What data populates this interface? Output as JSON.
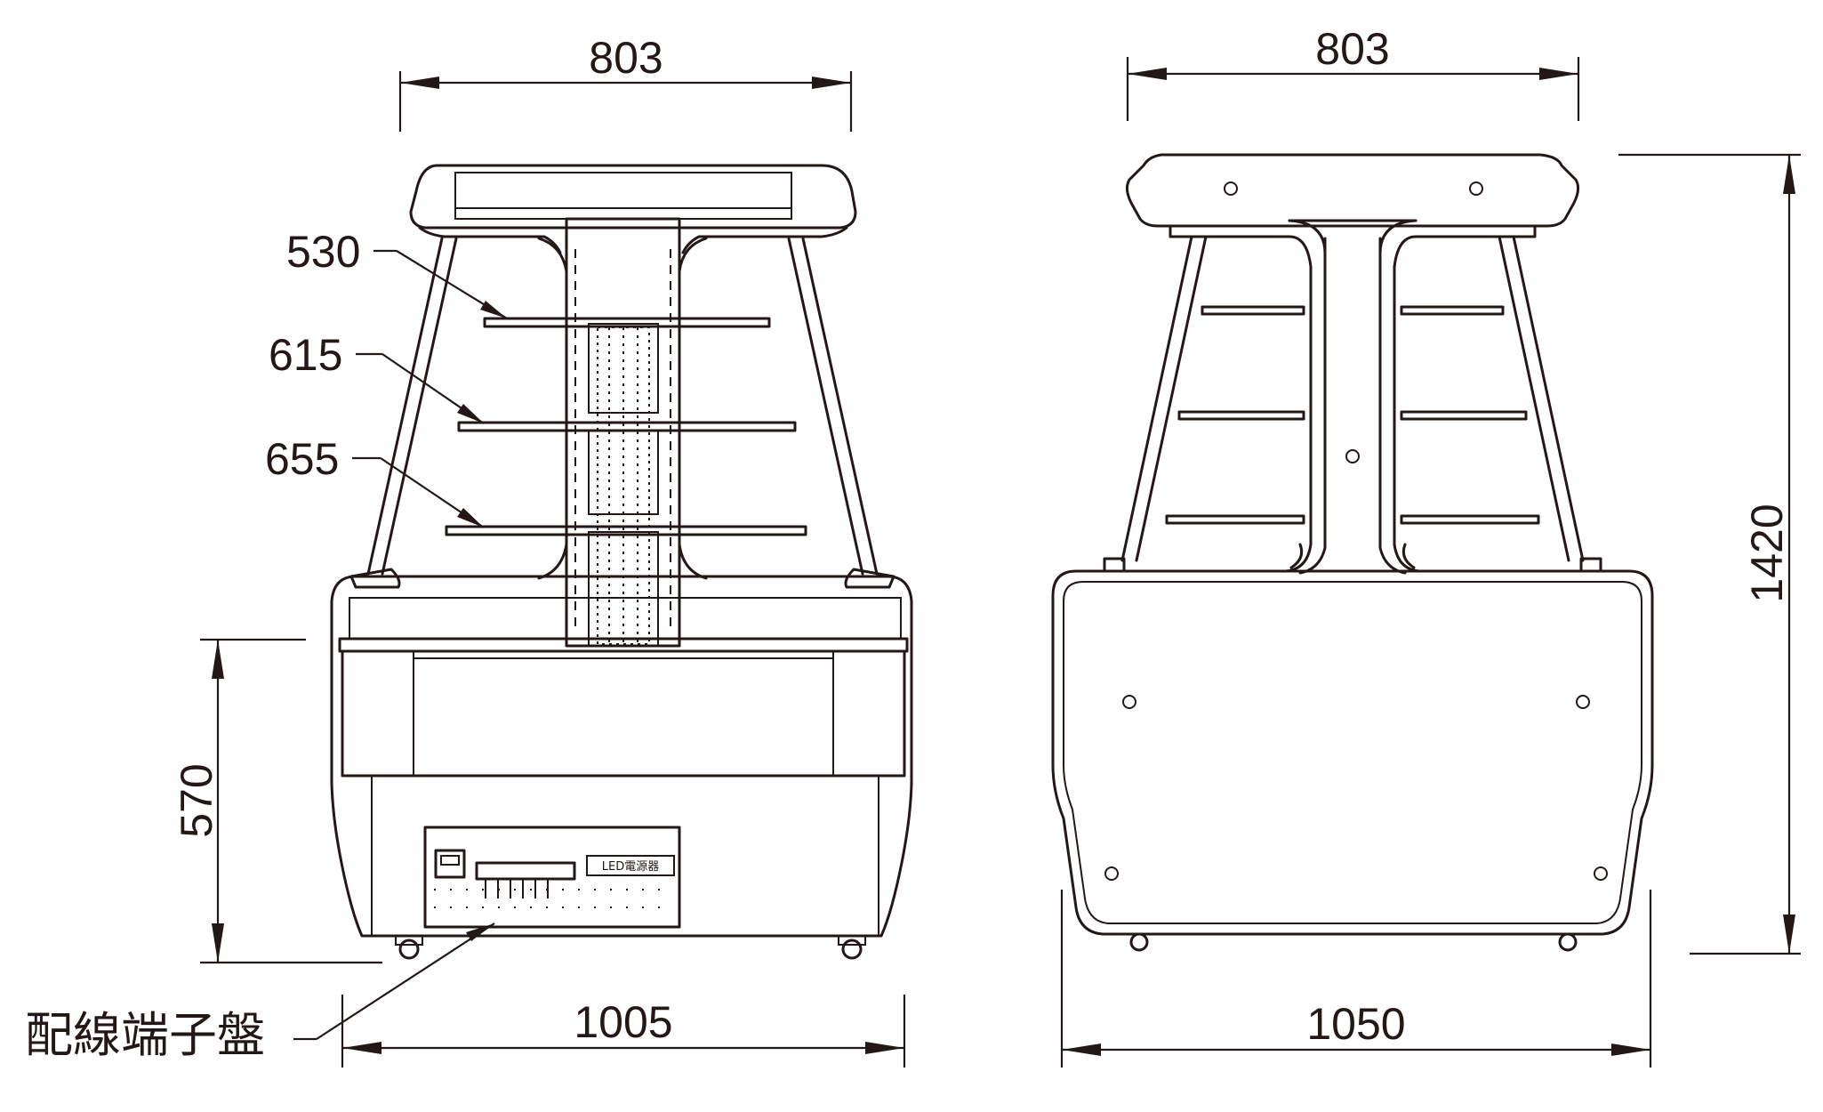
{
  "front_view": {
    "top_width_dim": "803",
    "bottom_width_dim": "1005",
    "base_height_dim": "570",
    "shelf_labels": [
      "530",
      "615",
      "655"
    ],
    "terminal_board_label": "配線端子盤",
    "driver_label": "LED電源器"
  },
  "side_view": {
    "top_width_dim": "803",
    "bottom_width_dim": "1050",
    "total_height_dim": "1420"
  }
}
